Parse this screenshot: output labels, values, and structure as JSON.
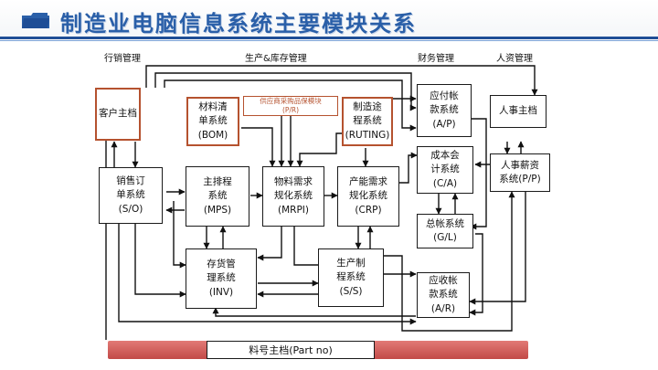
{
  "title": "制造业电脑信息系统主要模块关系",
  "columns": {
    "sales": "行销管理",
    "production": "生产&库存管理",
    "finance": "财务管理",
    "hr": "人资管理"
  },
  "modules": {
    "customer": "客户主档",
    "bom": "材料清\n单系统\n(BOM)",
    "supplier": "供应商采购品保模块\n(P/R)",
    "routing": "制造途\n程系统\n(RUTING)",
    "ap": "应付帐\n款系统\n(A/P)",
    "hr_master": "人事主档",
    "sales_order": "销售订\n单系统\n(S/O)",
    "mps": "主排程\n系统\n(MPS)",
    "mrp": "物料需求\n规化系统\n(MRPI)",
    "crp": "产能需求\n规化系统\n(CRP)",
    "ca": "成本会\n计系统\n(C/A)",
    "payroll": "人事薪资\n系统(P/P)",
    "gl": "总帐系统\n(G/L)",
    "inv": "存货管\n理系统\n(INV)",
    "ss": "生产制\n程系统\n(S/S)",
    "ar": "应收帐\n款系统\n(A/R)"
  },
  "part_master": "料号主档(Part no)",
  "colors": {
    "title": "#2a5fa8",
    "accent_border": "#b5522f",
    "band": "#d0605c",
    "rule": "#1f4e96"
  }
}
